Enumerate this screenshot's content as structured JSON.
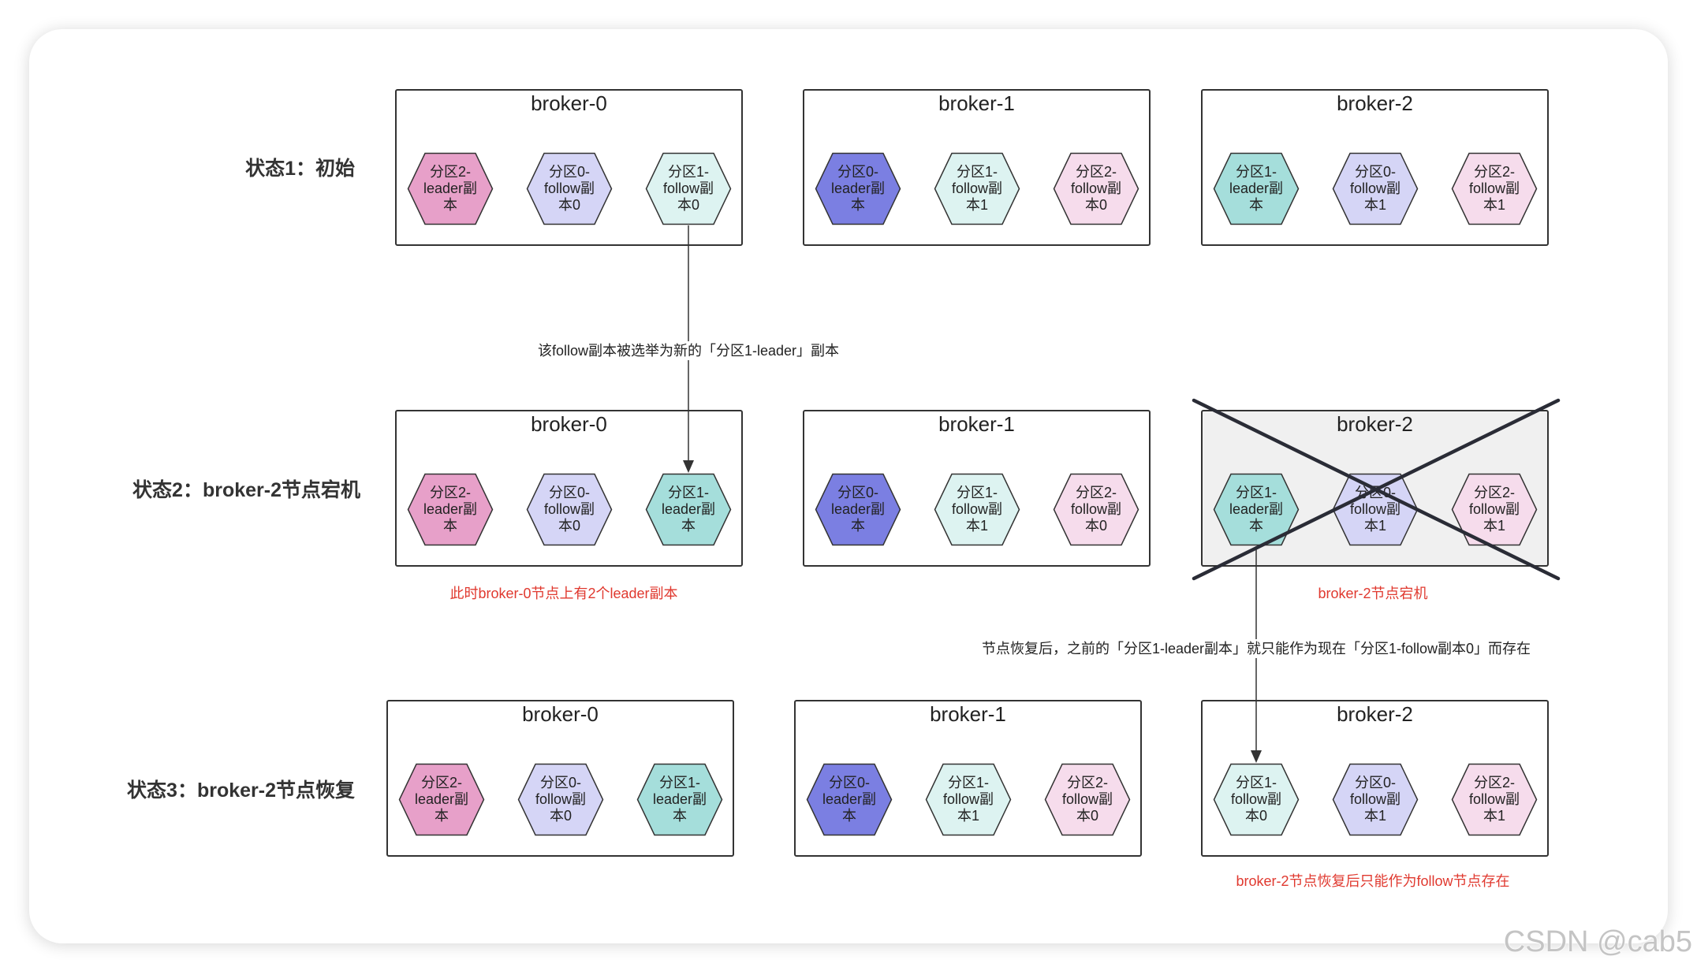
{
  "states": [
    {
      "label": "状态1：初始",
      "brokers": [
        {
          "name": "broker-0",
          "replicas": [
            {
              "lines": [
                "分区2-",
                "leader副",
                "本"
              ],
              "fill": "#e7a0c9"
            },
            {
              "lines": [
                "分区0-",
                "follow副",
                "本0"
              ],
              "fill": "#d5d5f6"
            },
            {
              "lines": [
                "分区1-",
                "follow副",
                "本0"
              ],
              "fill": "#ddf3f1"
            }
          ]
        },
        {
          "name": "broker-1",
          "replicas": [
            {
              "lines": [
                "分区0-",
                "leader副",
                "本"
              ],
              "fill": "#7b7fe2"
            },
            {
              "lines": [
                "分区1-",
                "follow副",
                "本1"
              ],
              "fill": "#ddf3f1"
            },
            {
              "lines": [
                "分区2-",
                "follow副",
                "本0"
              ],
              "fill": "#f6dcec"
            }
          ]
        },
        {
          "name": "broker-2",
          "replicas": [
            {
              "lines": [
                "分区1-",
                "leader副",
                "本"
              ],
              "fill": "#a5dedb"
            },
            {
              "lines": [
                "分区0-",
                "follow副",
                "本1"
              ],
              "fill": "#d5d5f6"
            },
            {
              "lines": [
                "分区2-",
                "follow副",
                "本1"
              ],
              "fill": "#f6dcec"
            }
          ]
        }
      ]
    },
    {
      "label": "状态2：broker-2节点宕机",
      "brokers": [
        {
          "name": "broker-0",
          "replicas": [
            {
              "lines": [
                "分区2-",
                "leader副",
                "本"
              ],
              "fill": "#e7a0c9"
            },
            {
              "lines": [
                "分区0-",
                "follow副",
                "本0"
              ],
              "fill": "#d5d5f6"
            },
            {
              "lines": [
                "分区1-",
                "leader副",
                "本"
              ],
              "fill": "#a5dedb"
            }
          ]
        },
        {
          "name": "broker-1",
          "replicas": [
            {
              "lines": [
                "分区0-",
                "leader副",
                "本"
              ],
              "fill": "#7b7fe2"
            },
            {
              "lines": [
                "分区1-",
                "follow副",
                "本1"
              ],
              "fill": "#ddf3f1"
            },
            {
              "lines": [
                "分区2-",
                "follow副",
                "本0"
              ],
              "fill": "#f6dcec"
            }
          ]
        },
        {
          "name": "broker-2",
          "replicas": [
            {
              "lines": [
                "分区1-",
                "leader副",
                "本"
              ],
              "fill": "#a5dedb"
            },
            {
              "lines": [
                "分区0-",
                "follow副",
                "本1"
              ],
              "fill": "#d5d5f6"
            },
            {
              "lines": [
                "分区2-",
                "follow副",
                "本1"
              ],
              "fill": "#f6dcec"
            }
          ]
        }
      ]
    },
    {
      "label": "状态3：broker-2节点恢复",
      "brokers": [
        {
          "name": "broker-0",
          "replicas": [
            {
              "lines": [
                "分区2-",
                "leader副",
                "本"
              ],
              "fill": "#e7a0c9"
            },
            {
              "lines": [
                "分区0-",
                "follow副",
                "本0"
              ],
              "fill": "#d5d5f6"
            },
            {
              "lines": [
                "分区1-",
                "leader副",
                "本"
              ],
              "fill": "#a5dedb"
            }
          ]
        },
        {
          "name": "broker-1",
          "replicas": [
            {
              "lines": [
                "分区0-",
                "leader副",
                "本"
              ],
              "fill": "#7b7fe2"
            },
            {
              "lines": [
                "分区1-",
                "follow副",
                "本1"
              ],
              "fill": "#ddf3f1"
            },
            {
              "lines": [
                "分区2-",
                "follow副",
                "本0"
              ],
              "fill": "#f6dcec"
            }
          ]
        },
        {
          "name": "broker-2",
          "replicas": [
            {
              "lines": [
                "分区1-",
                "follow副",
                "本0"
              ],
              "fill": "#ddf3f1"
            },
            {
              "lines": [
                "分区0-",
                "follow副",
                "本1"
              ],
              "fill": "#d5d5f6"
            },
            {
              "lines": [
                "分区2-",
                "follow副",
                "本1"
              ],
              "fill": "#f6dcec"
            }
          ]
        }
      ]
    }
  ],
  "arrows": [
    {
      "label": "该follow副本被选举为新的「分区1-leader」副本"
    },
    {
      "label": "节点恢复后，之前的「分区1-leader副本」就只能作为现在「分区1-follow副本0」而存在"
    }
  ],
  "annotations": {
    "state2_broker0_note": "此时broker-0节点上有2个leader副本",
    "state2_broker2_note": "broker-2节点宕机",
    "state3_broker2_note": "broker-2节点恢复后只能作为follow节点存在"
  },
  "watermark": "CSDN @cab5",
  "colors": {
    "annotation": "#e0392f",
    "down_broker_fill": "#f0f0f0",
    "outline": "#333333",
    "cross": "#2a2c36"
  }
}
